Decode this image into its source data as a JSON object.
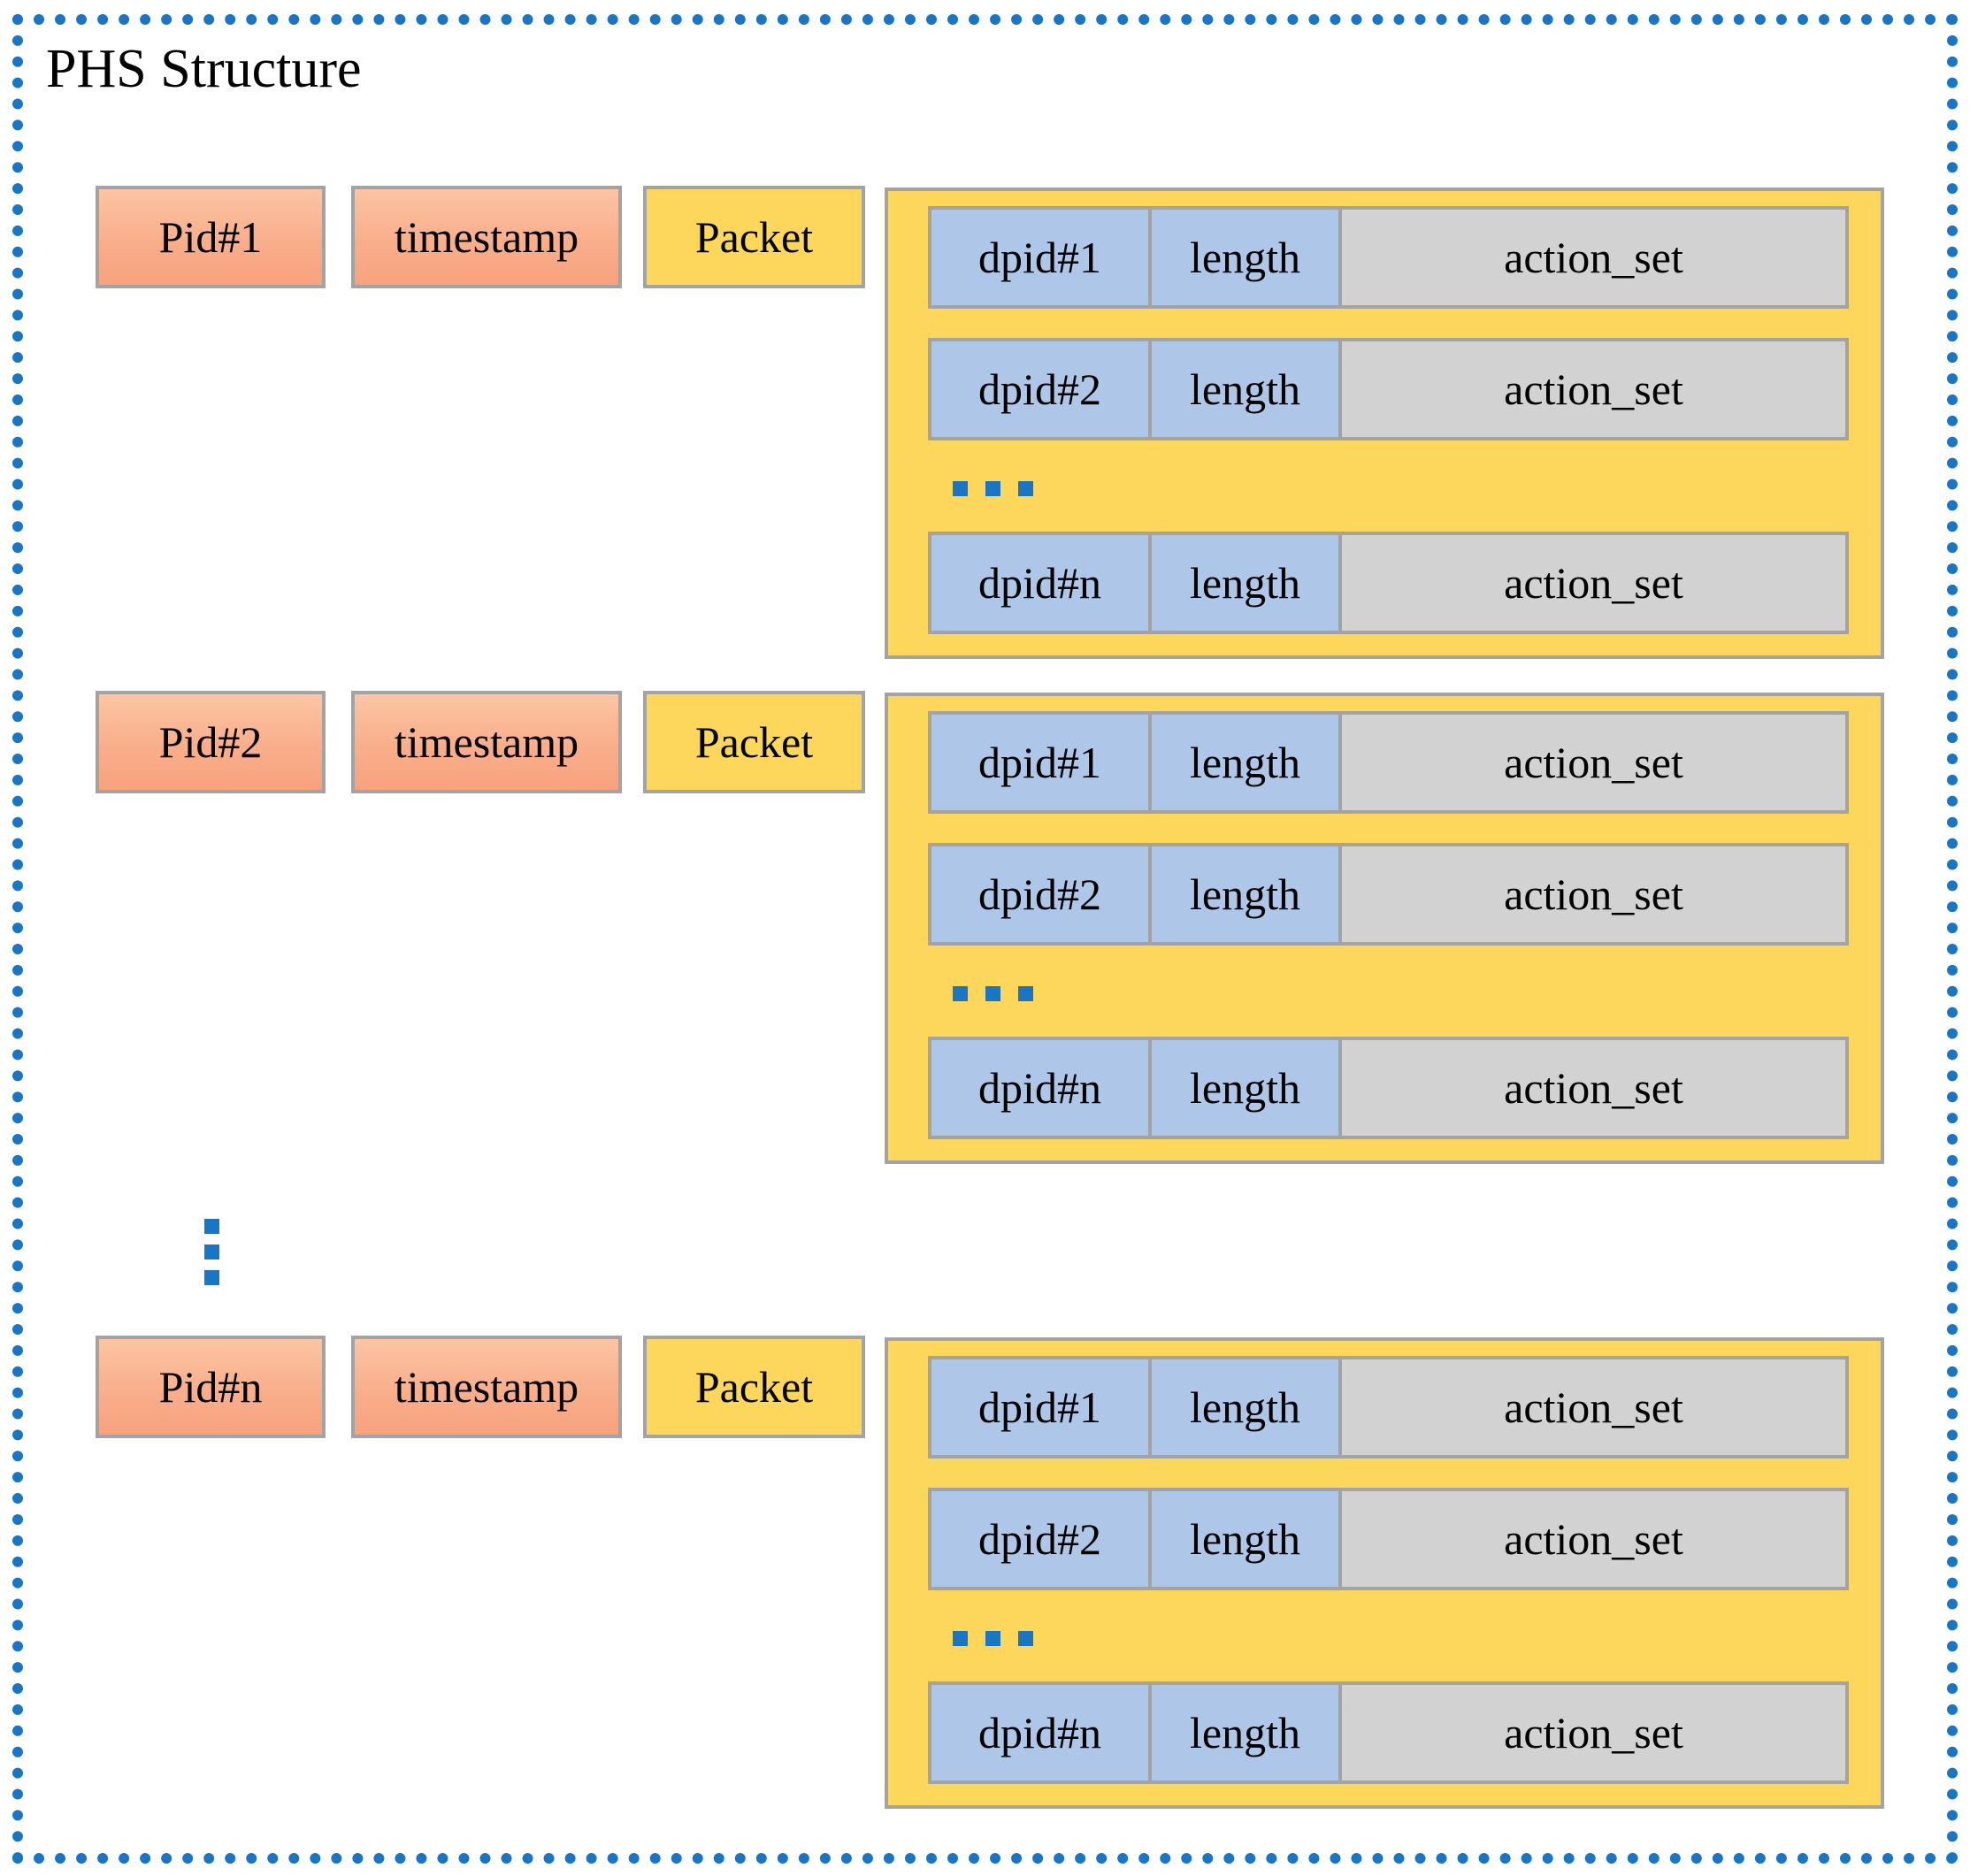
{
  "title": "PHS Structure",
  "colors": {
    "accent_blue": "#1B75C5",
    "container_yellow": "#FDD75B",
    "salmon_top": "#FCC5A4",
    "salmon_bottom": "#F8A27D",
    "entry_blue": "#AEC7E8",
    "entry_gray": "#D2D2D2",
    "border_gray": "#A3A3A3"
  },
  "icons": {
    "horizontal_ellipsis": "ellipsis-horizontal-icon",
    "vertical_ellipsis": "ellipsis-vertical-icon"
  },
  "groups": [
    {
      "pid": "Pid#1",
      "timestamp": "timestamp",
      "packet": "Packet",
      "entries": [
        {
          "dpid": "dpid#1",
          "length": "length",
          "action_set": "action_set"
        },
        {
          "dpid": "dpid#2",
          "length": "length",
          "action_set": "action_set"
        },
        {
          "dpid": "dpid#n",
          "length": "length",
          "action_set": "action_set"
        }
      ]
    },
    {
      "pid": "Pid#2",
      "timestamp": "timestamp",
      "packet": "Packet",
      "entries": [
        {
          "dpid": "dpid#1",
          "length": "length",
          "action_set": "action_set"
        },
        {
          "dpid": "dpid#2",
          "length": "length",
          "action_set": "action_set"
        },
        {
          "dpid": "dpid#n",
          "length": "length",
          "action_set": "action_set"
        }
      ]
    },
    {
      "pid": "Pid#n",
      "timestamp": "timestamp",
      "packet": "Packet",
      "entries": [
        {
          "dpid": "dpid#1",
          "length": "length",
          "action_set": "action_set"
        },
        {
          "dpid": "dpid#2",
          "length": "length",
          "action_set": "action_set"
        },
        {
          "dpid": "dpid#n",
          "length": "length",
          "action_set": "action_set"
        }
      ]
    }
  ]
}
